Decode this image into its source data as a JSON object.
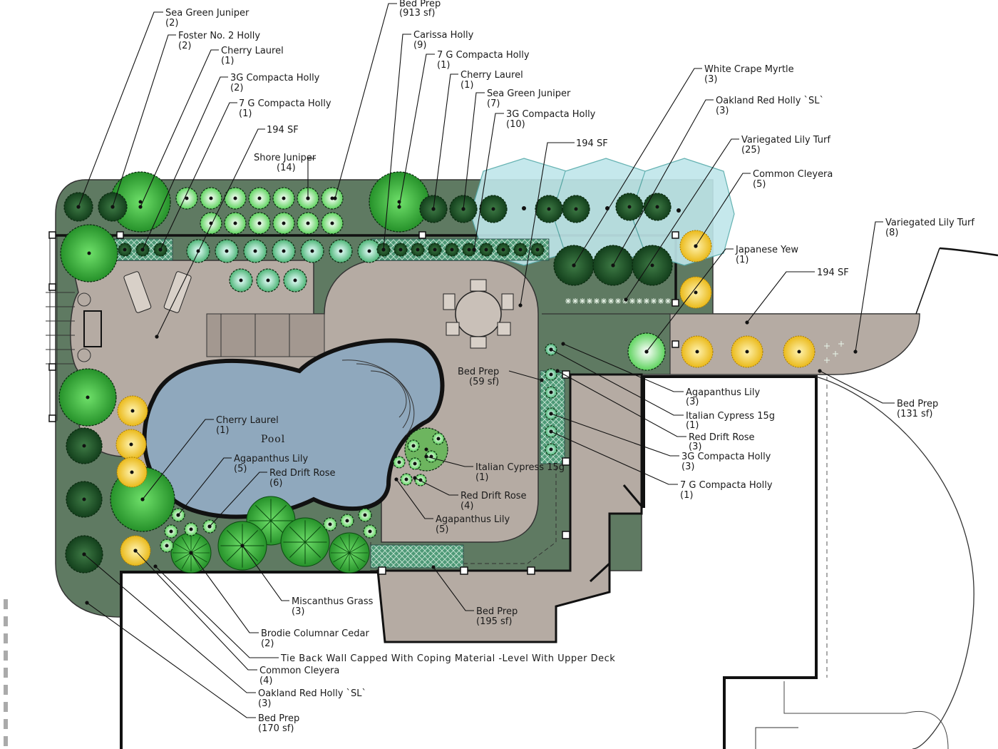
{
  "pool_label": "Pool",
  "labels": {
    "sea_green_juniper_top": {
      "name": "Sea Green Juniper",
      "qty": "(2)"
    },
    "foster_holly": {
      "name": "Foster No. 2 Holly",
      "qty": "(2)"
    },
    "cherry_laurel_top1": {
      "name": "Cherry Laurel",
      "qty": "(1)"
    },
    "compacta_3g_top1": {
      "name": "3G Compacta Holly",
      "qty": "(2)"
    },
    "compacta_7g_top1": {
      "name": "7 G Compacta Holly",
      "qty": "(1)"
    },
    "sf_194_left": {
      "name": "194 SF"
    },
    "shore_juniper": {
      "name": "Shore Juniper",
      "qty": "(14)"
    },
    "bed_prep_913": {
      "name": "Bed Prep",
      "qty": "(913 sf)"
    },
    "carissa_holly": {
      "name": "Carissa Holly",
      "qty": "(9)"
    },
    "compacta_7g_top2": {
      "name": "7 G Compacta Holly",
      "qty": "(1)"
    },
    "cherry_laurel_top2": {
      "name": "Cherry Laurel",
      "qty": "(1)"
    },
    "sea_green_juniper_mid": {
      "name": "Sea Green Juniper",
      "qty": "(7)"
    },
    "compacta_3g_top2": {
      "name": "3G Compacta Holly",
      "qty": "(10)"
    },
    "sf_194_mid": {
      "name": "194 SF"
    },
    "white_crape_myrtle": {
      "name": "White Crape Myrtle",
      "qty": "(3)"
    },
    "oakland_red_holly_top": {
      "name": "Oakland Red Holly `SL`",
      "qty": "(3)"
    },
    "variegated_lily_turf_25": {
      "name": "Variegated Lily Turf",
      "qty": "(25)"
    },
    "common_cleyera_top": {
      "name": "Common Cleyera",
      "qty": "(5)"
    },
    "variegated_lily_turf_8": {
      "name": "Variegated Lily Turf",
      "qty": "(8)"
    },
    "japanese_yew": {
      "name": "Japanese Yew",
      "qty": "(1)"
    },
    "sf_194_right": {
      "name": "194 SF"
    },
    "bed_prep_59": {
      "name": "Bed Prep",
      "qty": "(59 sf)"
    },
    "agapanthus_right": {
      "name": "Agapanthus Lily",
      "qty": "(3)"
    },
    "italian_cypress_right": {
      "name": "Italian Cypress 15g",
      "qty": "(1)"
    },
    "red_drift_rose_right": {
      "name": "Red Drift Rose",
      "qty": "(3)"
    },
    "compacta_3g_right": {
      "name": "3G Compacta Holly",
      "qty": "(3)"
    },
    "compacta_7g_right": {
      "name": "7 G Compacta Holly",
      "qty": "(1)"
    },
    "bed_prep_131": {
      "name": "Bed Prep",
      "qty": "(131 sf)"
    },
    "cherry_laurel_pool": {
      "name": "Cherry Laurel",
      "qty": "(1)"
    },
    "agapanthus_pool_left": {
      "name": "Agapanthus Lily",
      "qty": "(5)"
    },
    "red_drift_rose_6": {
      "name": "Red Drift Rose",
      "qty": "(6)"
    },
    "italian_cypress_pool": {
      "name": "Italian Cypress 15g",
      "qty": "(1)"
    },
    "red_drift_rose_4": {
      "name": "Red Drift Rose",
      "qty": "(4)"
    },
    "agapanthus_pool_right": {
      "name": "Agapanthus Lily",
      "qty": "(5)"
    },
    "miscanthus": {
      "name": "Miscanthus Grass",
      "qty": "(3)"
    },
    "bed_prep_195": {
      "name": "Bed Prep",
      "qty": "(195 sf)"
    },
    "brodie_cedar": {
      "name": "Brodie Columnar Cedar",
      "qty": "(2)"
    },
    "tie_back_wall": {
      "name": "Tie Back Wall Capped With Coping Material -Level With Upper Deck"
    },
    "common_cleyera_bottom": {
      "name": "Common Cleyera",
      "qty": "(4)"
    },
    "oakland_red_holly_bottom": {
      "name": "Oakland Red Holly `SL`",
      "qty": "(3)"
    },
    "bed_prep_170": {
      "name": "Bed Prep",
      "qty": "(170 sf)"
    }
  },
  "colors": {
    "bed": "#5f7a62",
    "deck": "#b5aba3",
    "deck_dark": "#a39890",
    "pool": "#8fa8bd",
    "shrub_dark": "#1f5a2a",
    "shrub_bright": "#3fae3a",
    "yellow": "#f2c21b",
    "teal": "#5fa58a",
    "ice": "#bfe6ea"
  }
}
